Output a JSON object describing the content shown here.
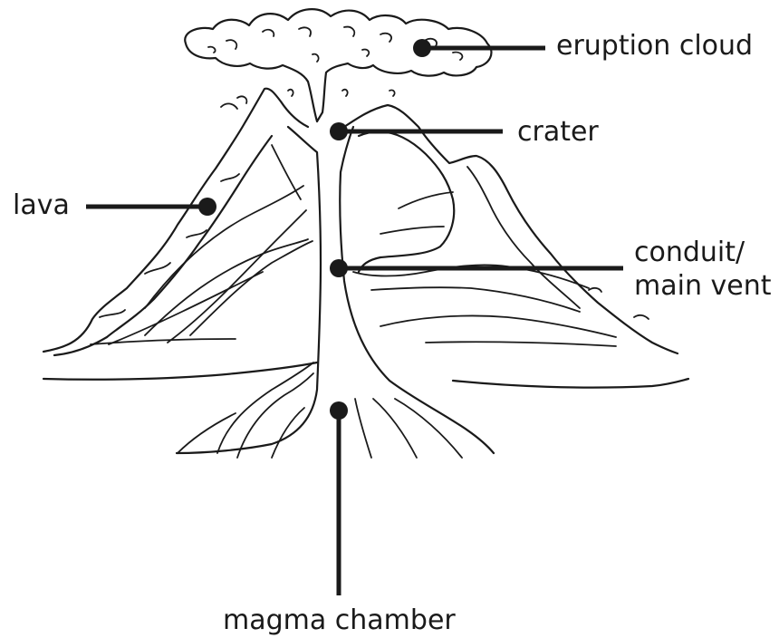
{
  "labels": {
    "eruption_cloud": "eruption cloud",
    "crater": "crater",
    "lava": "lava",
    "conduit": "conduit/",
    "main_vent": "main vent",
    "magma_chamber": "magma chamber"
  },
  "colors": {
    "ink": "#1a1a1a",
    "background": "#ffffff"
  }
}
